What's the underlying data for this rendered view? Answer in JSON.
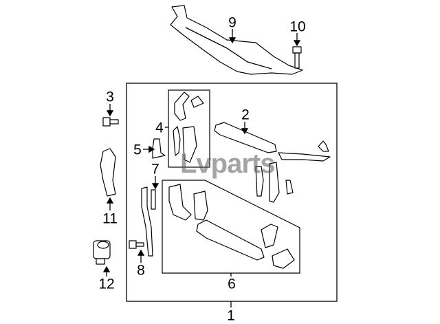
{
  "diagram": {
    "watermark": "Lvparts",
    "callouts": {
      "c1": "1",
      "c2": "2",
      "c3": "3",
      "c4": "4",
      "c5": "5",
      "c6": "6",
      "c7": "7",
      "c8": "8",
      "c9": "9",
      "c10": "10",
      "c11": "11",
      "c12": "12"
    },
    "colors": {
      "line": "#000000",
      "background": "#ffffff"
    }
  }
}
